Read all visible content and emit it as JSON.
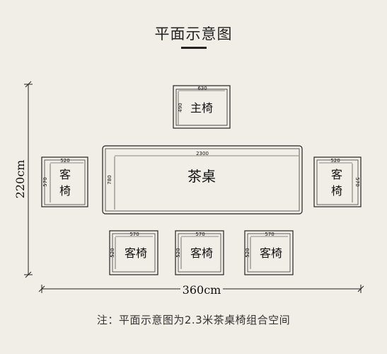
{
  "title": "平面示意图",
  "note": "注：平面示意图为2.3米茶桌椅组合空间",
  "dimensions": {
    "total_height": "220cm",
    "total_width": "360cm"
  },
  "main_chair": {
    "label": "主椅",
    "width": "630",
    "depth": "490"
  },
  "tea_table": {
    "label": "茶桌",
    "width": "2300",
    "depth": "780"
  },
  "left_chair": {
    "label_line1": "客",
    "label_line2": "椅",
    "width": "520",
    "depth": "570"
  },
  "right_chair": {
    "label_line1": "客",
    "label_line2": "椅",
    "width": "520",
    "depth": "570"
  },
  "bottom_chairs": [
    {
      "label": "客椅",
      "width": "570",
      "depth": "520"
    },
    {
      "label": "客椅",
      "width": "570",
      "depth": "520"
    },
    {
      "label": "客椅",
      "width": "570",
      "depth": "520"
    }
  ],
  "colors": {
    "background": "#f1eee7",
    "line": "#222222"
  }
}
